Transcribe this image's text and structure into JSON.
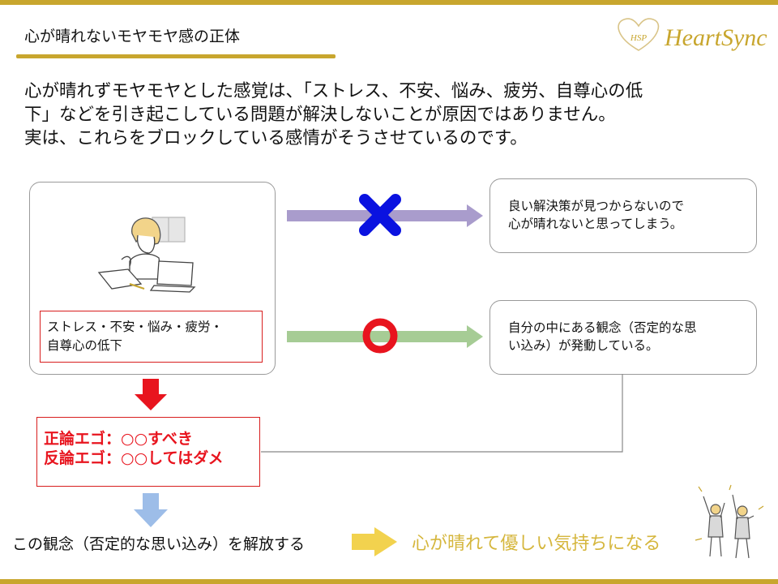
{
  "header": {
    "title": "心が晴れないモヤモヤ感の正体",
    "logo_text": "HeartSync",
    "logo_mark": "HSP"
  },
  "intro": {
    "lines": [
      "心が晴れずモヤモヤとした感覚は、「ストレス、不安、悩み、疲労、自尊心の低",
      "下」などを引き起こしている問題が解決しないことが原因ではありません。",
      "実は、これらをブロックしている感情がそうさせているのです。"
    ]
  },
  "left_panel": {
    "stress_lines": [
      "ストレス・不安・悩み・疲労・",
      "自尊心の低下"
    ]
  },
  "right_boxes": {
    "box1_lines": [
      "良い解決策が見つからないので",
      "心が晴れないと思ってしまう。"
    ],
    "box2_lines": [
      "自分の中にある観念（否定的な思",
      "い込み）が発動している。"
    ]
  },
  "ego": {
    "lines": [
      "正論エゴ：○○すべき",
      "反論エゴ：○○してはダメ"
    ]
  },
  "bottom": {
    "left_text": "この観念（否定的な思い込み）を解放する",
    "right_text": "心が晴れて優しい気持ちになる"
  },
  "colors": {
    "gold": "#c8a62e",
    "purple_arrow": "#a99ccc",
    "green_arrow": "#a6cc95",
    "blue_cross": "#0a12e0",
    "red": "#e8141e",
    "light_blue_arrow": "#9dbde8",
    "yellow_arrow": "#f2d24e",
    "right_text": "#d5b63c"
  },
  "icons": [
    "cross-mark-icon",
    "circle-mark-icon",
    "down-arrow-icon",
    "right-arrow-icon",
    "woman-at-desk-illustration",
    "celebrating-people-illustration",
    "heart-logo-icon"
  ]
}
